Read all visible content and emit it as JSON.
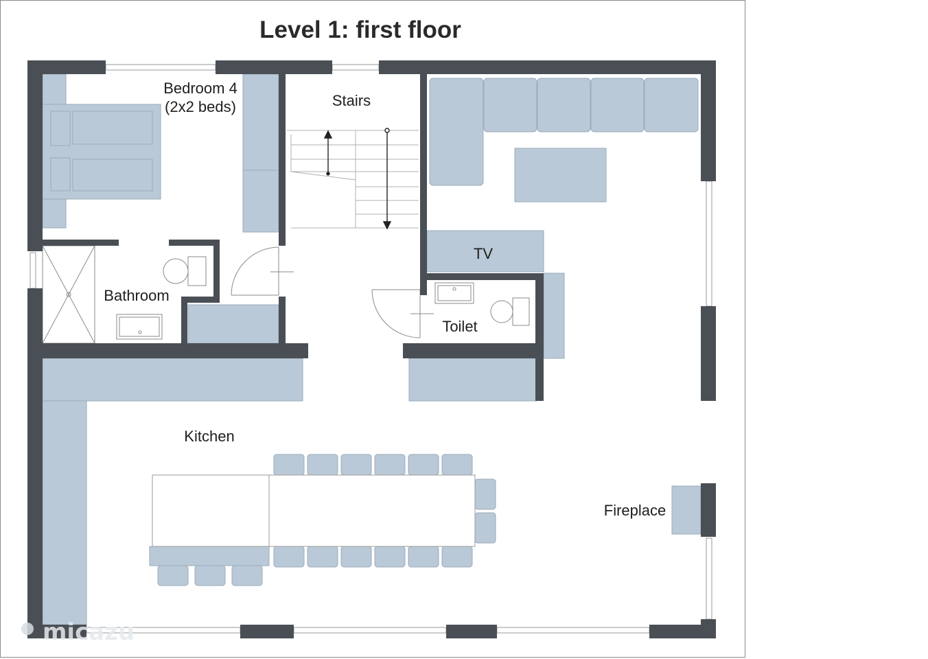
{
  "title": "Level 1: first floor",
  "rooms": {
    "bedroom4": "Bedroom 4",
    "bedroom4_beds": "(2x2 beds)",
    "stairs": "Stairs",
    "bathroom": "Bathroom",
    "tv": "TV",
    "toilet": "Toilet",
    "kitchen": "Kitchen",
    "fireplace": "Fireplace"
  },
  "watermark": "micazu",
  "colors": {
    "wall": "#4a4f55",
    "furniture": "#b9c9d7",
    "furniture_stroke": "#9aabb9",
    "line": "#9a9a9a",
    "text": "#1e1e1e"
  }
}
